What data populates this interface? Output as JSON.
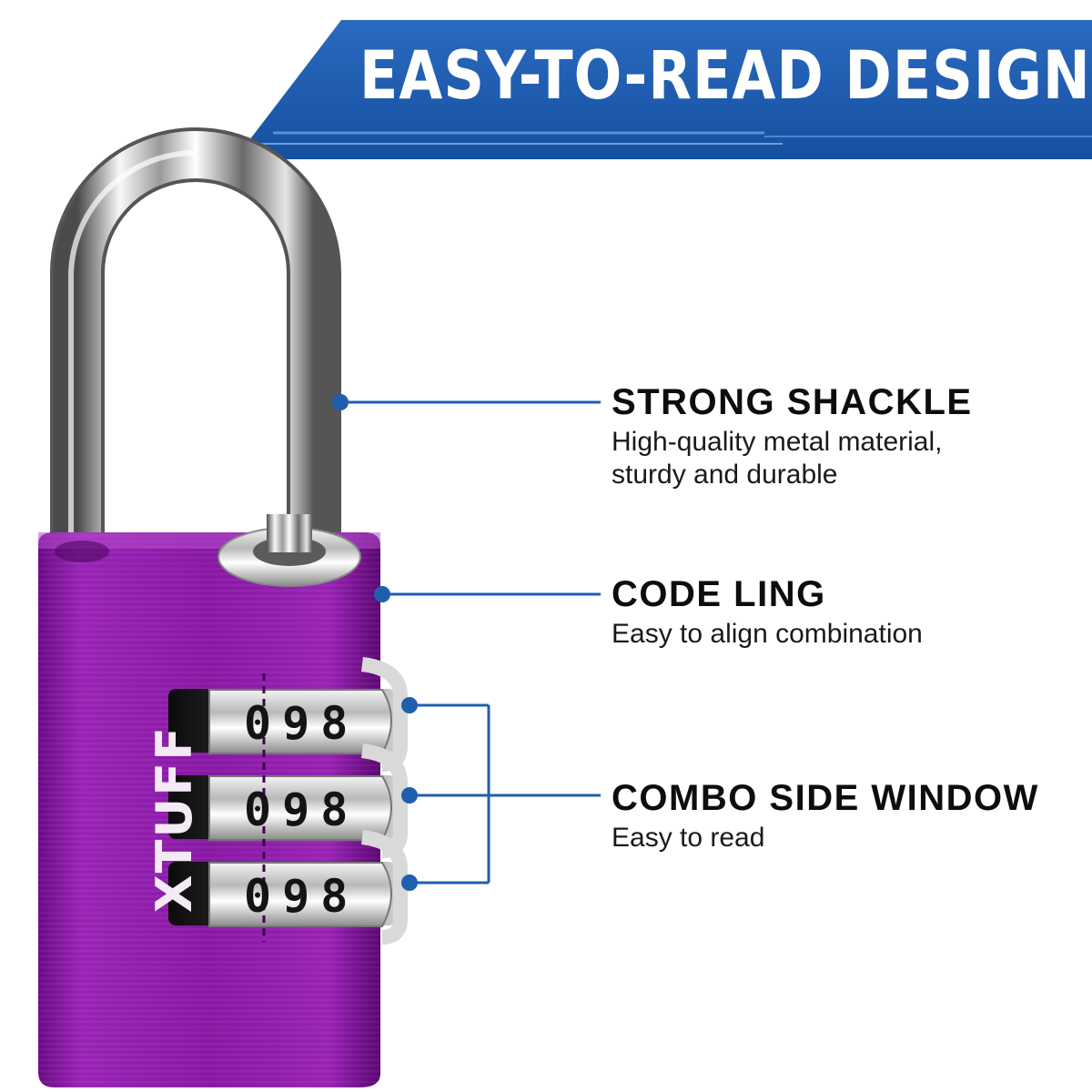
{
  "banner": {
    "title": "EASY-TO-READ DESIGN"
  },
  "product": {
    "brand": "XTUFF",
    "dials": [
      "098",
      "098",
      "098"
    ],
    "body_color": "#8a1aa6",
    "accent_color": "#1f5fae"
  },
  "features": [
    {
      "title": "STRONG SHACKLE",
      "description": "High-quality metal material,\nsturdy and durable"
    },
    {
      "title": "CODE LING",
      "description": "Easy to align combination"
    },
    {
      "title": "COMBO SIDE WINDOW",
      "description": "Easy to read"
    }
  ]
}
